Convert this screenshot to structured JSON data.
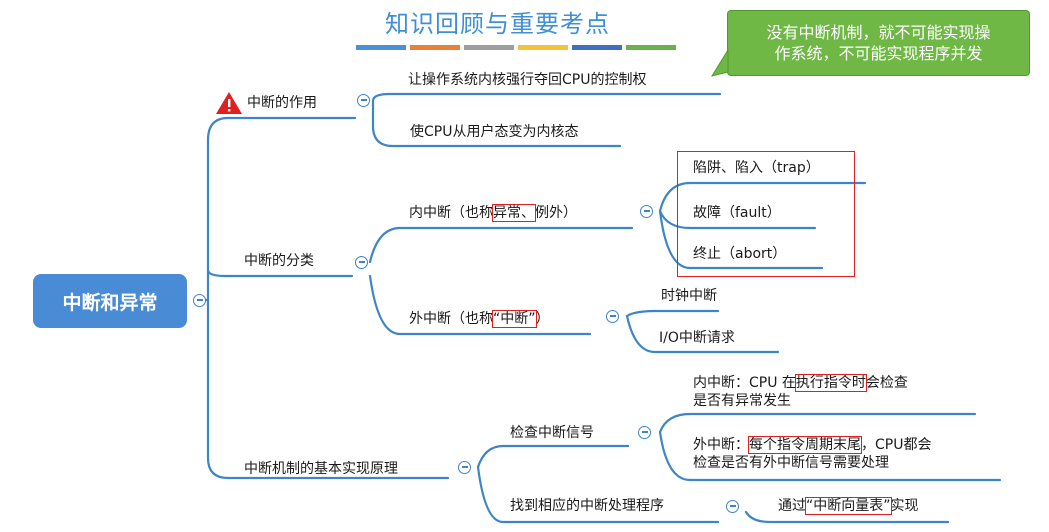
{
  "header": {
    "title": "知识回顾与重要考点",
    "stripe_colors": [
      "#4a90d9",
      "#e8803a",
      "#9e9e9e",
      "#f3c23b",
      "#3f6fc1",
      "#6cb04b"
    ]
  },
  "callout": {
    "line1": "没有中断机制，就不可能实现操",
    "line2": "作系统，不可能实现程序并发",
    "color": "#6fb845"
  },
  "root": {
    "label": "中断和异常",
    "color": "#4a8bd6"
  },
  "role": {
    "label": "中断的作用",
    "warning_icon": "warning-triangle-icon",
    "items": [
      "让操作系统内核强行夺回CPU的控制权",
      "使CPU从用户态变为内核态"
    ]
  },
  "classify": {
    "label": "中断的分类",
    "internal": {
      "pre": "内中断（也称",
      "highlight": "异常、",
      "post": "例外）",
      "items": [
        "陷阱、陷入（trap）",
        "故障（fault）",
        "终止（abort）"
      ]
    },
    "external": {
      "pre": "外中断（也称",
      "highlight": "“中断”",
      "post": "）",
      "items": [
        "时钟中断",
        "I/O中断请求"
      ]
    }
  },
  "mechanism": {
    "label": "中断机制的基本实现原理",
    "check": {
      "label": "检查中断信号",
      "internal_note": {
        "pre": "内中断：CPU 在",
        "highlight": "执行指令时",
        "post": "会检查",
        "line2": "是否有异常发生"
      },
      "external_note": {
        "pre": "外中断：",
        "highlight": "每个指令周期末尾",
        "post": "，CPU都会",
        "line2": "检查是否有外中断信号需要处理"
      }
    },
    "find": {
      "label": "找到相应的中断处理程序",
      "via_pre": "通过",
      "via_highlight": "“中断向量表”",
      "via_post": "实现"
    }
  },
  "colors": {
    "accent": "#3d85c6",
    "line": "#3d85c6",
    "highlight": "#e02020"
  }
}
